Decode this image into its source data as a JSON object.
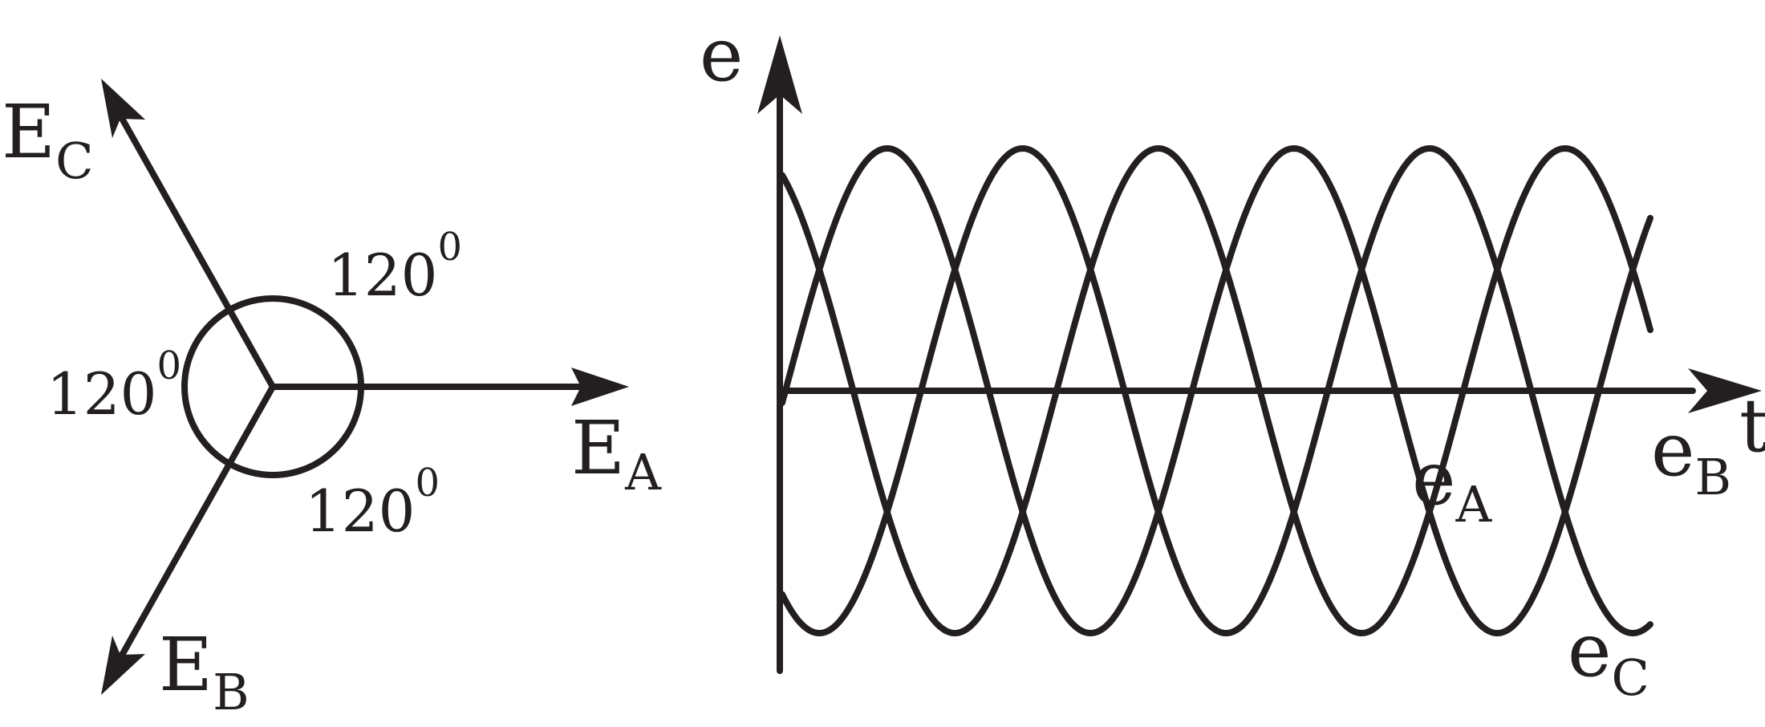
{
  "phasor_diagram": {
    "phasors": [
      {
        "id": "a",
        "main": "E",
        "sub": "A",
        "angle_deg": 0
      },
      {
        "id": "b",
        "main": "E",
        "sub": "B",
        "angle_deg": -120
      },
      {
        "id": "c",
        "main": "E",
        "sub": "C",
        "angle_deg": 120
      }
    ],
    "angle_labels": [
      {
        "value": "120",
        "unit": "0"
      },
      {
        "value": "120",
        "unit": "0"
      },
      {
        "value": "120",
        "unit": "0"
      }
    ]
  },
  "waveform": {
    "y_axis_label": "e",
    "x_axis_label": "t",
    "curves": [
      {
        "id": "eA",
        "main": "e",
        "sub": "A",
        "phase_deg": 0
      },
      {
        "id": "eB",
        "main": "e",
        "sub": "B",
        "phase_deg": -120
      },
      {
        "id": "eC",
        "main": "e",
        "sub": "C",
        "phase_deg": 120
      }
    ]
  },
  "colors": {
    "ink": "#231f20",
    "background": "#ffffff"
  }
}
